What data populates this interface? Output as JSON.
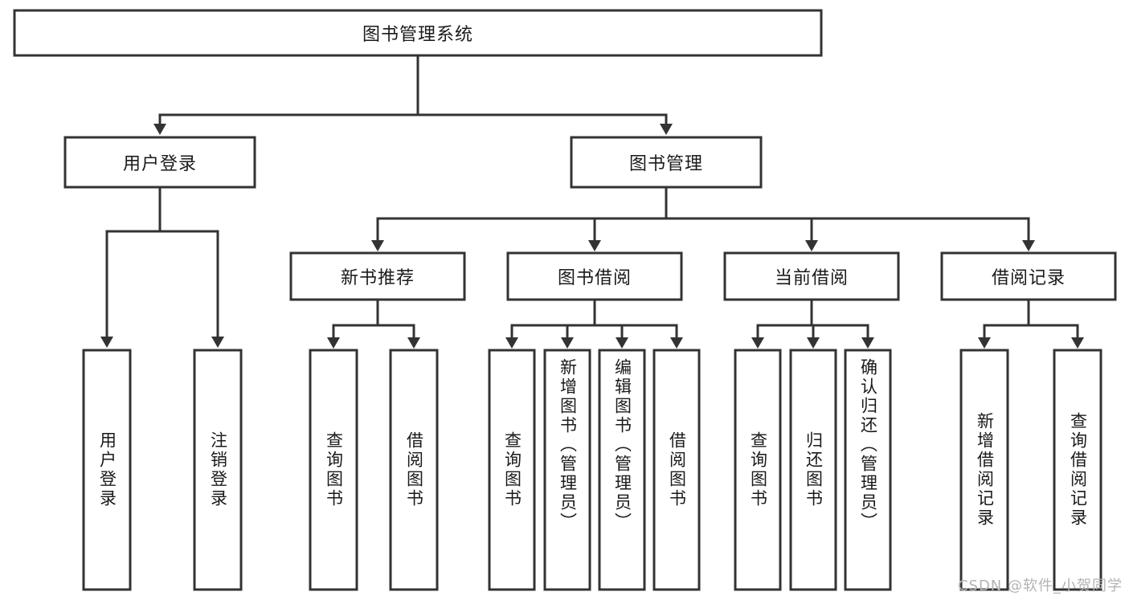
{
  "diagram": {
    "type": "tree-hierarchy",
    "title": "图书管理系统",
    "watermark": "CSDN @软件_小贺同学",
    "colors": {
      "stroke": "#333333",
      "fill": "#ffffff",
      "text": "#1a1a1a",
      "watermark": "#b3b3b3"
    },
    "levels": {
      "root": {
        "label": "图书管理系统"
      },
      "level2": [
        {
          "label": "用户登录"
        },
        {
          "label": "图书管理"
        }
      ],
      "level3": [
        {
          "label": "新书推荐"
        },
        {
          "label": "图书借阅"
        },
        {
          "label": "当前借阅"
        },
        {
          "label": "借阅记录"
        }
      ],
      "leaves_user_login": [
        {
          "label": "用户登录"
        },
        {
          "label": "注销登录"
        }
      ],
      "leaves_new_book": [
        {
          "label": "查询图书"
        },
        {
          "label": "借阅图书"
        }
      ],
      "leaves_borrow": [
        {
          "label": "查询图书"
        },
        {
          "label": "新增图书（管理员）"
        },
        {
          "label": "编辑图书（管理员）"
        },
        {
          "label": "借阅图书"
        }
      ],
      "leaves_current": [
        {
          "label": "查询图书"
        },
        {
          "label": "归还图书"
        },
        {
          "label": "确认归还（管理员）"
        }
      ],
      "leaves_records": [
        {
          "label": "新增借阅记录"
        },
        {
          "label": "查询借阅记录"
        }
      ]
    }
  }
}
